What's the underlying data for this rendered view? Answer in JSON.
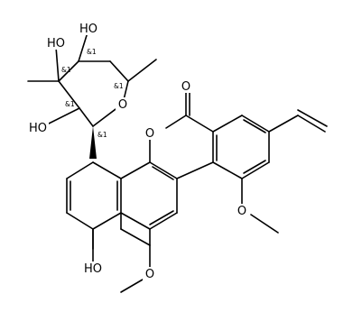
{
  "atoms": {
    "o_ketone": "O",
    "o_lactone": "O",
    "o_ring": "O",
    "oh_top": "HO",
    "oh_left": "HO",
    "oh_sugar": "HO",
    "oh_naph": "HO",
    "o_methoxy_right": "O",
    "o_methoxy_bottom": "O"
  },
  "stereo": {
    "s1": "&1",
    "s2": "&1",
    "s3": "&1",
    "s4": "&1",
    "s5": "&1"
  }
}
